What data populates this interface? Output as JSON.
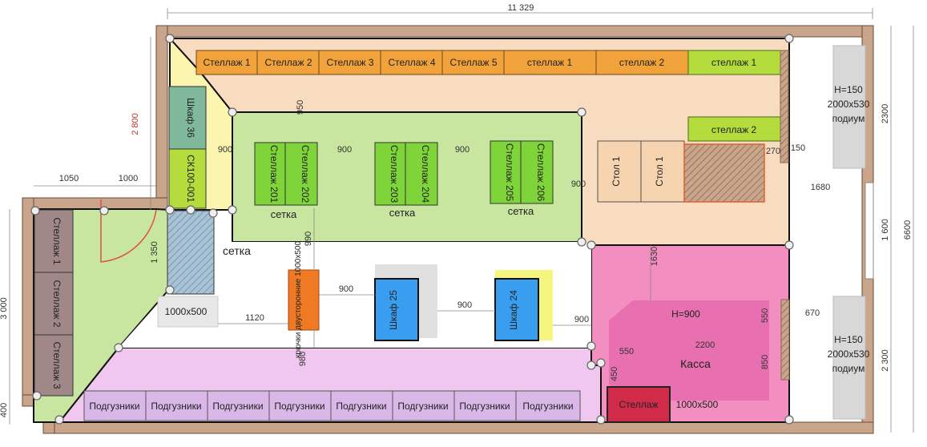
{
  "dimensions": {
    "top": "11 329",
    "right_total": "6600",
    "right_upper": "2300",
    "right_mid": "1 600",
    "right_lower": "2 300",
    "left_total": "3 000",
    "left_bottom": "400",
    "red_vertical": "2 800",
    "top_left_a": "1050",
    "top_left_b": "1000",
    "inner_150": "150",
    "inner_270": "270",
    "inner_1680": "1680",
    "inner_950": "950",
    "inner_900_a": "900",
    "inner_900_b": "900",
    "inner_900_c": "900",
    "inner_900_d": "900",
    "inner_900_e": "900",
    "inner_900_f": "900",
    "inner_900_g": "900",
    "inner_1350": "1 350",
    "inner_1120": "1120",
    "inner_990": "990",
    "inner_980": "980",
    "inner_1630": "1630",
    "inner_670": "670",
    "inner_550_a": "550",
    "inner_550_b": "550",
    "inner_2200": "2200",
    "inner_850": "850",
    "inner_450": "450"
  },
  "shelves_top": [
    "Стеллаж 1",
    "Стеллаж 2",
    "Стеллаж 3",
    "Стеллаж 4",
    "Стеллаж 5",
    "стеллаж 1",
    "стеллаж 2"
  ],
  "shelf_green_top": "стеллаж 1",
  "shelf_green_mid": "стеллаж 2",
  "cabinet_36": "Шкаф 36",
  "cabinet_sk": "СК100-001",
  "racks_pair_1": [
    "Стеллаж 201",
    "Стеллаж 202"
  ],
  "racks_pair_2": [
    "Стеллаж 203",
    "Стеллаж 204"
  ],
  "racks_pair_3": [
    "Стеллаж 205",
    "Стеллаж 206"
  ],
  "net_label": "сетка",
  "net_label_big": "сетка",
  "small_1000x500": "1000х500",
  "hooks": "крючки двусторонние 1000х500",
  "cabinet_25": "Шкаф 25",
  "cabinet_24": "Шкаф 24",
  "tables": [
    "Стол 1",
    "Стол 1"
  ],
  "podium": [
    "H=150",
    "2000х530",
    "подиум"
  ],
  "left_shelves": [
    "Стеллаж 1",
    "Стеллаж 2",
    "Стеллаж 3"
  ],
  "diapers": [
    "Подгузники",
    "Подгузники",
    "Подгузники",
    "Подгузники",
    "Подгузники",
    "Подгузники",
    "Подгузники",
    "Подгузники"
  ],
  "cash_h": "H=900",
  "cash": "Касса",
  "shelf_red": "Стеллаж",
  "shelf_red_size": "1000х500",
  "colors": {
    "wall": "#c9a58b",
    "peach": "#f8dcc0",
    "green_zone": "#c8e6a0",
    "light_green": "#d4ecb0",
    "pink_zone": "#f28ec0",
    "lilac_zone": "#f0c8ef",
    "orange_shelf": "#f2a23a",
    "lime_shelf": "#b4dc3c",
    "rack_green": "#7fd43a",
    "blue_cabinet": "#3a9ef0",
    "red_shelf": "#d12b4a",
    "podium_gray": "#d8d8d8",
    "purple_diapers": "#d9b8e8"
  }
}
